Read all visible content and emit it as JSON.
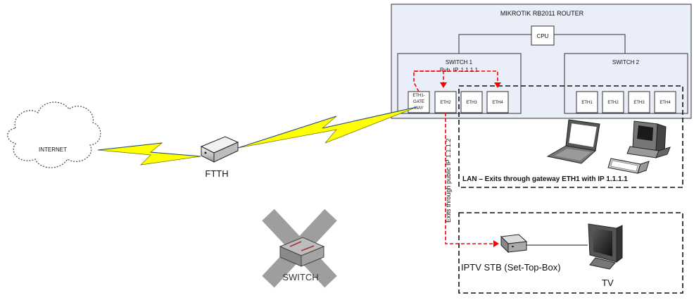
{
  "router": {
    "title": "MIKROTIK RB2011 ROUTER",
    "cpu": "CPU"
  },
  "switch1": {
    "label": "SWITCH 1",
    "pub_ip": "Pub. IP. 1.1.1.1",
    "ports": [
      "ETH1-",
      "GATE",
      "WAY",
      "ETH2",
      "ETH3",
      "ETH4"
    ]
  },
  "switch2": {
    "label": "SWITCH 2",
    "ports": [
      "ETH1",
      "ETH2",
      "ETH3",
      "ETH4"
    ]
  },
  "internet": "INTERNET",
  "ftth": "FTTH",
  "lan": "LAN – Exits through gateway  ETH1  with IP 1.1.1.1",
  "exit_path": "Exits through public IP 1.1.1.2",
  "iptv": "IPTV STB (Set-Top-Box)",
  "tv": "TV",
  "crossed_switch": "SWITCH",
  "colors": {
    "router_fill": "#eaeef8",
    "dashed_red": "#ff0000",
    "bolt_fill": "#ffff00",
    "cable": "#1f4e79"
  }
}
